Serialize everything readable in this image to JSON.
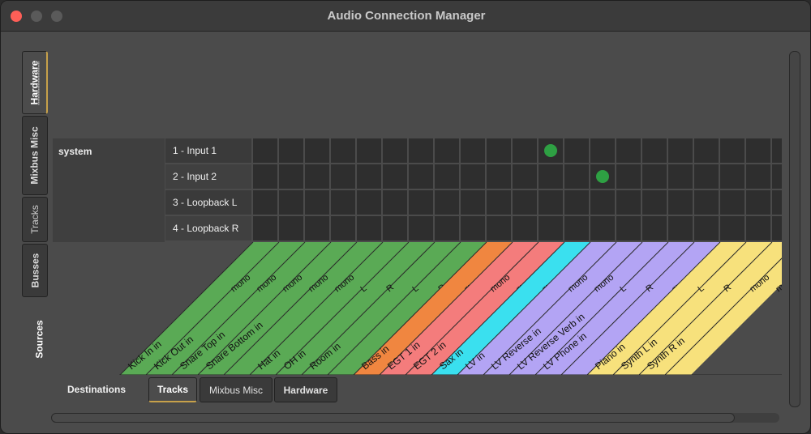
{
  "window": {
    "title": "Audio Connection Manager"
  },
  "source_tabs": [
    {
      "label": "Hardware",
      "active": true
    },
    {
      "label": "Mixbus Misc",
      "active": false
    },
    {
      "label": "Tracks",
      "active": false
    },
    {
      "label": "Busses",
      "active": false
    }
  ],
  "sources_label": "Sources",
  "group": {
    "name": "system"
  },
  "ports": [
    "1 - Input 1",
    "2 - Input 2",
    "3 - Loopback L",
    "4 - Loopback R"
  ],
  "connections": [
    {
      "row": 0,
      "col": 11
    },
    {
      "row": 1,
      "col": 13
    }
  ],
  "colors": {
    "green": "#5aaa55",
    "orange": "#f08640",
    "pink": "#f47c7c",
    "cyan": "#3ae0ef",
    "purple": "#b3a4f4",
    "yellow": "#f7e17c",
    "connection": "#2ea043"
  },
  "destination_groups": [
    {
      "color": "#5aaa55",
      "labels": [
        "Kick In in",
        "Kick Out in",
        "Snare Top in",
        "Snare Bottom in",
        "Hat in",
        "OH in",
        "Room in"
      ],
      "channels": [
        "mono",
        "mono",
        "mono",
        "mono",
        "mono",
        "L",
        "R",
        "L",
        "R"
      ]
    },
    {
      "color": "#f08640",
      "labels": [
        "Bass in"
      ],
      "channels": [
        "mono"
      ]
    },
    {
      "color": "#f47c7c",
      "labels": [
        "EGT 1 in",
        "EGT 2 in"
      ],
      "channels": [
        "mono",
        "mono"
      ]
    },
    {
      "color": "#3ae0ef",
      "labels": [
        "Sax in"
      ],
      "channels": [
        "mono"
      ]
    },
    {
      "color": "#b3a4f4",
      "labels": [
        "LV in",
        "LV Reverse in",
        "LV Reverse Verb in",
        "LV Phone in"
      ],
      "channels": [
        "mono",
        "mono",
        "L",
        "R",
        "mono"
      ]
    },
    {
      "color": "#f7e17c",
      "labels": [
        "Piano in",
        "Synth L in",
        "Synth R in"
      ],
      "channels": [
        "L",
        "R",
        "mono",
        "mono"
      ]
    }
  ],
  "destinations_label": "Destinations",
  "dest_tabs": [
    {
      "label": "Tracks",
      "active": true
    },
    {
      "label": "Mixbus Misc",
      "active": false
    },
    {
      "label": "Hardware",
      "active": false
    }
  ]
}
